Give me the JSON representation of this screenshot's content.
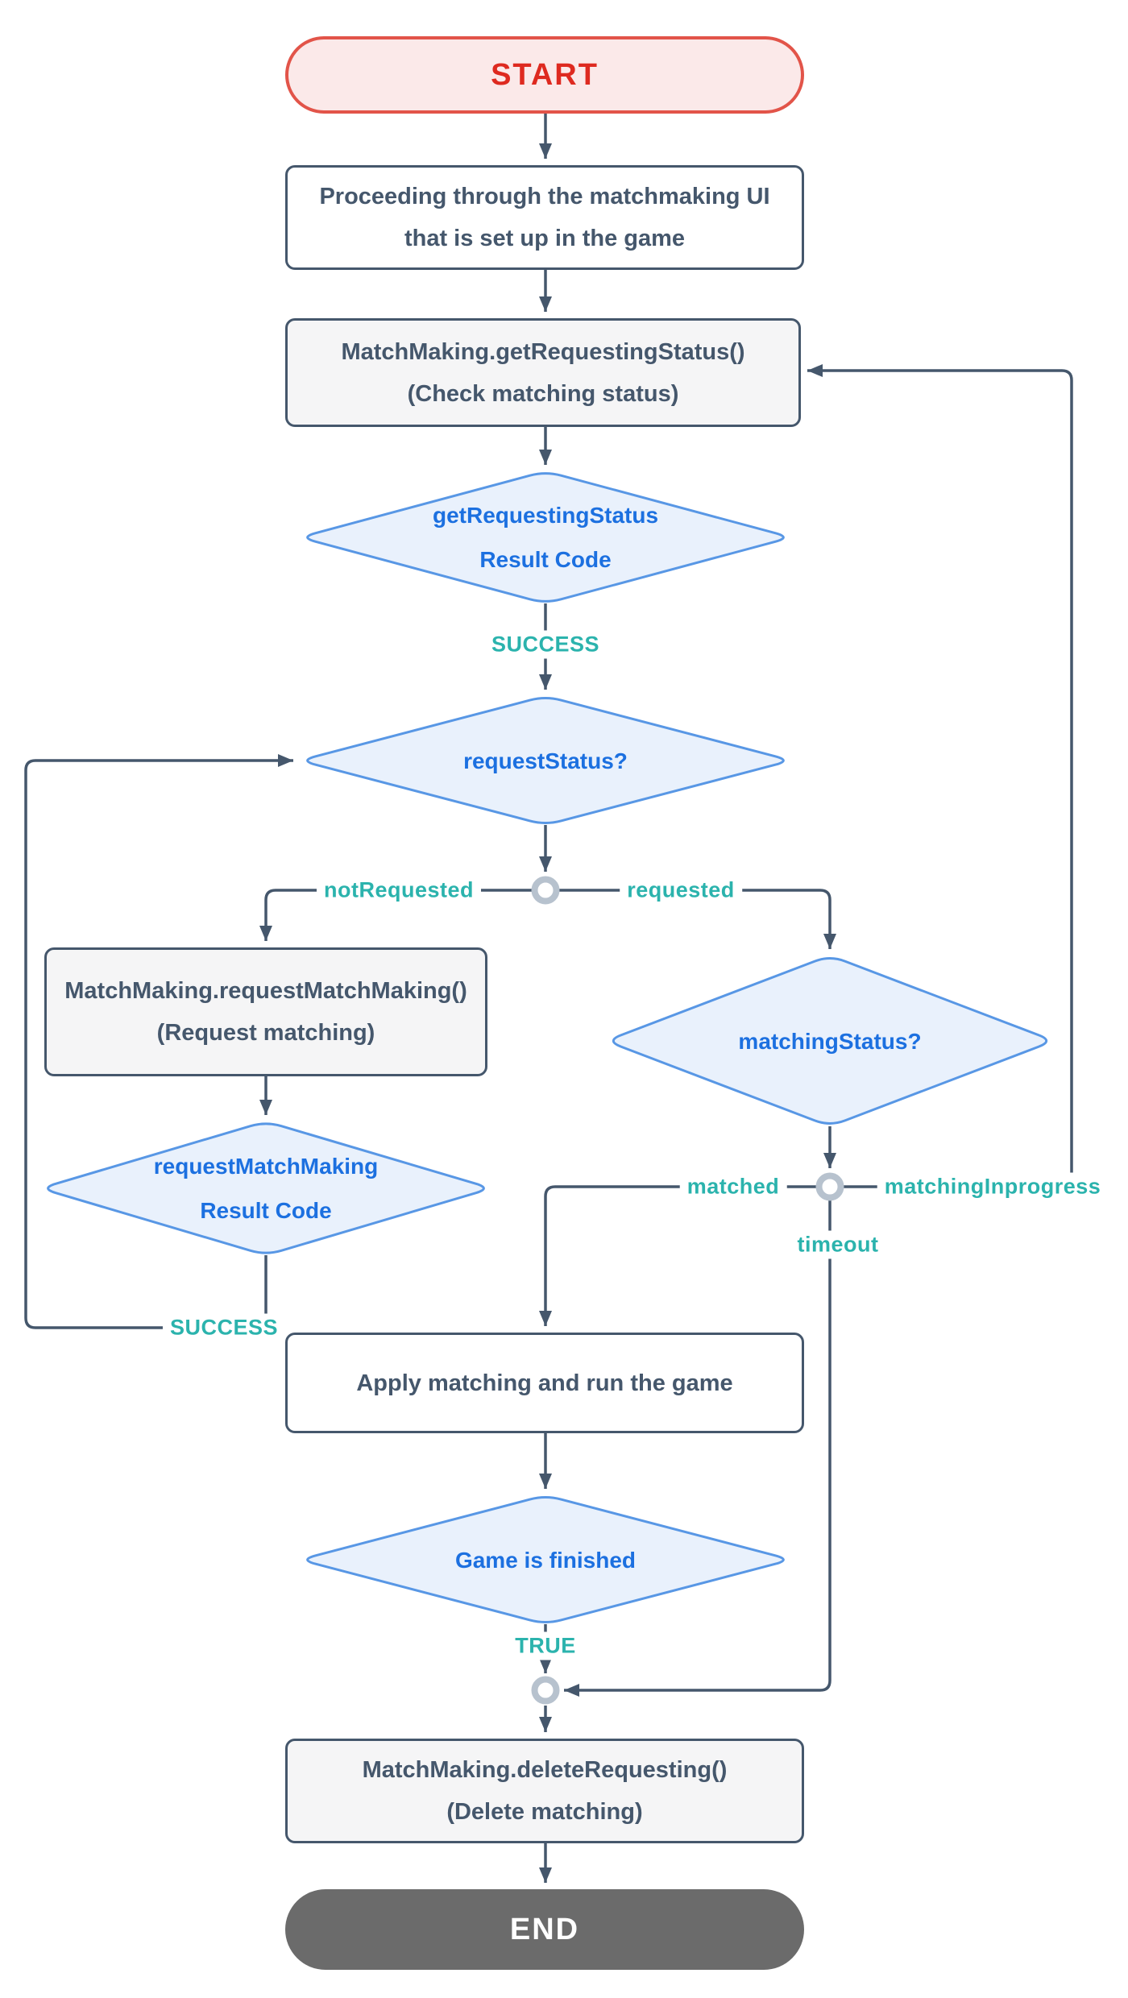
{
  "diagram": {
    "nodes": {
      "start": {
        "label": "START"
      },
      "proceed": {
        "line1": "Proceeding through the matchmaking UI",
        "line2": "that is set up in the game"
      },
      "get_status": {
        "line1": "MatchMaking.getRequestingStatus()",
        "line2": "(Check matching status)"
      },
      "get_status_result": {
        "line1": "getRequestingStatus",
        "line2": "Result Code"
      },
      "request_status": {
        "label": "requestStatus?"
      },
      "request_mm": {
        "line1": "MatchMaking.requestMatchMaking()",
        "line2": "(Request matching)"
      },
      "request_mm_result": {
        "line1": "requestMatchMaking",
        "line2": "Result Code"
      },
      "matching_status": {
        "label": "matchingStatus?"
      },
      "apply": {
        "label": "Apply matching and run the game"
      },
      "game_finished": {
        "label": "Game is finished"
      },
      "delete_req": {
        "line1": "MatchMaking.deleteRequesting()",
        "line2": "(Delete matching)"
      },
      "end": {
        "label": "END"
      }
    },
    "edge_labels": {
      "success1": "SUCCESS",
      "not_requested": "notRequested",
      "requested": "requested",
      "success2": "SUCCESS",
      "matched": "matched",
      "matching_inprogress": "matchingInprogress",
      "timeout": "timeout",
      "true_label": "TRUE"
    },
    "colors": {
      "line": "#45576C",
      "process_fill": "#F5F5F6",
      "process_text": "#45576C",
      "diamond_fill": "#E9F1FC",
      "diamond_border": "#5897E5",
      "diamond_text": "#1C70E0",
      "edge_label_teal": "#2BB3AD",
      "start_fill": "#FBE9E9",
      "start_border": "#E25449",
      "start_text": "#DE2A20",
      "end_fill": "#6B6B6B",
      "end_text": "#FFFFFF",
      "connector_ring": "#B7C2CE"
    }
  }
}
